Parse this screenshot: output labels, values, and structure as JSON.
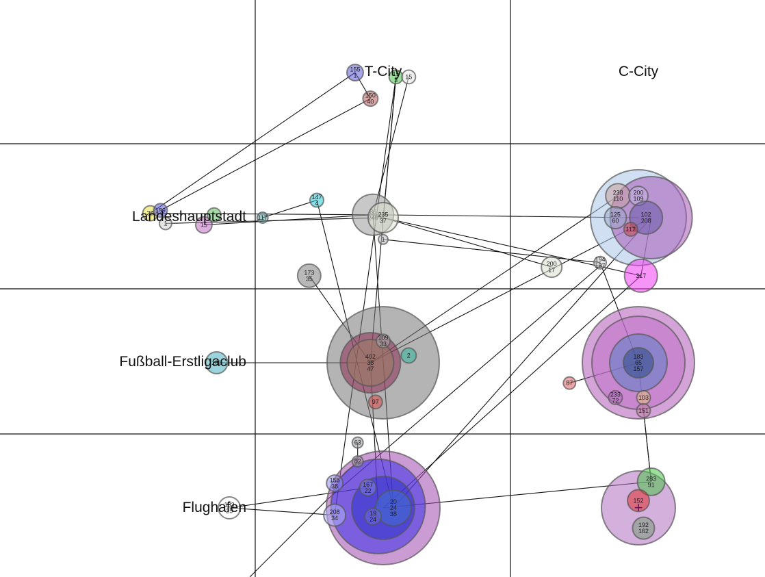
{
  "columns": [
    "T-City",
    "C-City"
  ],
  "rows": [
    "Landeshauptstadt",
    "Fußball-Erstligaclub",
    "Flughafen"
  ],
  "bubbles": [
    {
      "c": 0,
      "r": -1,
      "dx": -0.11,
      "dy": 0.0,
      "s": 12,
      "col": "#5b5bd6",
      "labels": [
        "155",
        "1"
      ]
    },
    {
      "c": 0,
      "r": -1,
      "dx": 0.05,
      "dy": 0.03,
      "s": 10,
      "col": "#49c649",
      "labels": [
        "15",
        "3"
      ]
    },
    {
      "c": 0,
      "r": -1,
      "dx": 0.1,
      "dy": 0.03,
      "s": 10,
      "col": "#e6e6e6",
      "labels": [
        "15"
      ]
    },
    {
      "c": 0,
      "r": -1,
      "dx": -0.05,
      "dy": 0.18,
      "s": 11,
      "col": "#b85b5b",
      "labels": [
        "150",
        "40"
      ]
    },
    {
      "c": 0,
      "r": 0,
      "dx": -0.04,
      "dy": -0.02,
      "s": 30,
      "col": "#9a9a9a",
      "labels": [
        "86",
        "240"
      ]
    },
    {
      "c": 0,
      "r": 0,
      "dx": 0.0,
      "dy": 0.0,
      "s": 22,
      "col": "#d8e0cf",
      "labels": [
        "235",
        "37"
      ]
    },
    {
      "c": 0,
      "r": 0,
      "dx": -0.26,
      "dy": -0.12,
      "s": 10,
      "col": "#29c4d6",
      "labels": [
        "147",
        "4"
      ]
    },
    {
      "c": 0,
      "r": 0,
      "dx": 0.0,
      "dy": 0.15,
      "s": 7,
      "col": "#bbbbbb",
      "labels": [
        "1"
      ]
    },
    {
      "c": 0,
      "r": 0,
      "dx": -0.29,
      "dy": 0.4,
      "s": 17,
      "col": "#808080",
      "labels": [
        "173",
        "35"
      ]
    },
    {
      "c": 0,
      "r": 1,
      "dx": 0.0,
      "dy": 0.0,
      "s": 82,
      "col": "#777777",
      "labels": []
    },
    {
      "c": 0,
      "r": 1,
      "dx": -0.05,
      "dy": 0.0,
      "s": 44,
      "col": "#8e2d55",
      "labels": []
    },
    {
      "c": 0,
      "r": 1,
      "dx": -0.05,
      "dy": 0.0,
      "s": 34,
      "col": "#9b7a60",
      "labels": [
        "402",
        "38",
        "47"
      ]
    },
    {
      "c": 0,
      "r": 1,
      "dx": 0.0,
      "dy": -0.15,
      "s": 10,
      "col": "#aaaaaa",
      "labels": [
        "109",
        "33"
      ]
    },
    {
      "c": 0,
      "r": 1,
      "dx": 0.1,
      "dy": -0.05,
      "s": 11,
      "col": "#2fb8a0",
      "labels": [
        "2"
      ]
    },
    {
      "c": 0,
      "r": 1,
      "dx": -0.03,
      "dy": 0.27,
      "s": 10,
      "col": "#d84848",
      "labels": [
        "97"
      ]
    },
    {
      "c": 0,
      "r": 2,
      "dx": 0.0,
      "dy": 0.0,
      "s": 83,
      "col": "#a04ab0",
      "labels": []
    },
    {
      "c": 0,
      "r": 2,
      "dx": -0.02,
      "dy": -0.01,
      "s": 69,
      "col": "#3a2ee8",
      "labels": []
    },
    {
      "c": 0,
      "r": 2,
      "dx": 0.0,
      "dy": 0.0,
      "s": 46,
      "col": "#2f2fc8",
      "labels": []
    },
    {
      "c": 0,
      "r": 2,
      "dx": 0.04,
      "dy": 0.0,
      "s": 26,
      "col": "#3f6fd0",
      "labels": [
        "20",
        "24",
        "38"
      ]
    },
    {
      "c": 0,
      "r": 2,
      "dx": -0.19,
      "dy": -0.17,
      "s": 12,
      "col": "#8e8ef0",
      "labels": [
        "155",
        "38"
      ]
    },
    {
      "c": 0,
      "r": 2,
      "dx": -0.06,
      "dy": -0.14,
      "s": 12,
      "col": "#8080e0",
      "labels": [
        "167",
        "22"
      ]
    },
    {
      "c": 0,
      "r": 2,
      "dx": -0.19,
      "dy": 0.05,
      "s": 16,
      "col": "#b0b0f6",
      "labels": [
        "208",
        "34"
      ]
    },
    {
      "c": 0,
      "r": 2,
      "dx": -0.04,
      "dy": 0.06,
      "s": 12,
      "col": "#6c6cd8",
      "labels": [
        "19",
        "24"
      ]
    },
    {
      "c": 0,
      "r": 2,
      "dx": -0.1,
      "dy": -0.45,
      "s": 8,
      "col": "#9a9aa0",
      "labels": [
        "63"
      ]
    },
    {
      "c": 0,
      "r": 2,
      "dx": -0.1,
      "dy": -0.32,
      "s": 8,
      "col": "#9a9aa0",
      "labels": [
        "82"
      ]
    },
    {
      "c": 1,
      "r": 0,
      "dx": 0.0,
      "dy": 0.0,
      "s": 70,
      "col": "#aac6e8",
      "labels": []
    },
    {
      "c": 1,
      "r": 0,
      "dx": 0.05,
      "dy": 0.0,
      "s": 60,
      "col": "#a65ab8",
      "labels": []
    },
    {
      "c": 1,
      "r": 0,
      "dx": -0.08,
      "dy": -0.15,
      "s": 18,
      "col": "#c9a0a0",
      "labels": [
        "238",
        "110"
      ]
    },
    {
      "c": 1,
      "r": 0,
      "dx": 0.0,
      "dy": -0.15,
      "s": 14,
      "col": "#c4b4e0",
      "labels": [
        "200",
        "109"
      ]
    },
    {
      "c": 1,
      "r": 0,
      "dx": -0.09,
      "dy": 0.0,
      "s": 16,
      "col": "#9aa8c8",
      "labels": [
        "125",
        "60"
      ]
    },
    {
      "c": 1,
      "r": 0,
      "dx": 0.03,
      "dy": 0.0,
      "s": 24,
      "col": "#6a5aa8",
      "labels": [
        "102",
        "208"
      ]
    },
    {
      "c": 1,
      "r": 0,
      "dx": -0.03,
      "dy": 0.08,
      "s": 10,
      "col": "#c44848",
      "labels": [
        "112"
      ]
    },
    {
      "c": 1,
      "r": 0,
      "dx": -0.34,
      "dy": 0.34,
      "s": 15,
      "col": "#d8e0d0",
      "labels": [
        "200",
        "17"
      ]
    },
    {
      "c": 1,
      "r": 0,
      "dx": -0.15,
      "dy": 0.31,
      "s": 9,
      "col": "#d0d0d0",
      "labels": [
        "194",
        "157"
      ]
    },
    {
      "c": 1,
      "r": 0,
      "dx": 0.01,
      "dy": 0.4,
      "s": 24,
      "col": "#f03cf0",
      "labels": [
        "317"
      ]
    },
    {
      "c": 1,
      "r": 1,
      "dx": 0.0,
      "dy": 0.0,
      "s": 82,
      "col": "#b05ab8",
      "labels": []
    },
    {
      "c": 1,
      "r": 1,
      "dx": 0.0,
      "dy": 0.0,
      "s": 68,
      "col": "#c070c8",
      "labels": []
    },
    {
      "c": 1,
      "r": 1,
      "dx": 0.0,
      "dy": 0.0,
      "s": 42,
      "col": "#5a80c8",
      "labels": []
    },
    {
      "c": 1,
      "r": 1,
      "dx": 0.0,
      "dy": 0.0,
      "s": 22,
      "col": "#2f4a88",
      "labels": [
        "183",
        "65",
        "157"
      ]
    },
    {
      "c": 1,
      "r": 1,
      "dx": -0.09,
      "dy": 0.24,
      "s": 10,
      "col": "#b070c0",
      "labels": [
        "233",
        "72"
      ]
    },
    {
      "c": 1,
      "r": 1,
      "dx": 0.02,
      "dy": 0.24,
      "s": 10,
      "col": "#e0c080",
      "labels": [
        "103"
      ]
    },
    {
      "c": 1,
      "r": 1,
      "dx": 0.02,
      "dy": 0.33,
      "s": 10,
      "col": "#c080a0",
      "labels": [
        "151"
      ]
    },
    {
      "c": 1,
      "r": 1,
      "dx": -0.27,
      "dy": 0.14,
      "s": 9,
      "col": "#e06060",
      "labels": [
        "87"
      ]
    },
    {
      "c": 1,
      "r": 2,
      "dx": 0.0,
      "dy": 0.0,
      "s": 54,
      "col": "#b070c0",
      "labels": []
    },
    {
      "c": 1,
      "r": 2,
      "dx": 0.05,
      "dy": -0.18,
      "s": 20,
      "col": "#4ac44a",
      "labels": [
        "283",
        "91"
      ]
    },
    {
      "c": 1,
      "r": 2,
      "dx": 0.0,
      "dy": -0.05,
      "s": 16,
      "col": "#e03030",
      "labels": [
        "152"
      ]
    },
    {
      "c": 1,
      "r": 2,
      "dx": 0.02,
      "dy": 0.14,
      "s": 16,
      "col": "#7a9a7a",
      "labels": [
        "192",
        "162"
      ]
    },
    {
      "c": -1,
      "r": 0,
      "dx": 0.09,
      "dy": -0.03,
      "s": 11,
      "col": "#e8e040",
      "labels": [
        "30"
      ]
    },
    {
      "c": -1,
      "r": 0,
      "dx": 0.13,
      "dy": -0.05,
      "s": 10,
      "col": "#6060e0",
      "labels": [
        "159"
      ]
    },
    {
      "c": -1,
      "r": 0,
      "dx": 0.15,
      "dy": 0.04,
      "s": 9,
      "col": "#d0d0d0",
      "labels": [
        "1"
      ]
    },
    {
      "c": -1,
      "r": 0,
      "dx": 0.3,
      "dy": 0.05,
      "s": 12,
      "col": "#c070c0",
      "labels": [
        "15"
      ]
    },
    {
      "c": -1,
      "r": 0,
      "dx": 0.34,
      "dy": -0.02,
      "s": 10,
      "col": "#60c060",
      "labels": []
    },
    {
      "c": -1,
      "r": 0,
      "dx": 0.53,
      "dy": 0.0,
      "s": 8,
      "col": "#60a0a0",
      "labels": [
        "117"
      ]
    },
    {
      "c": -1,
      "r": 1,
      "dx": 0.35,
      "dy": 0.0,
      "s": 16,
      "col": "#49b0c0",
      "labels": [
        "160"
      ]
    },
    {
      "c": -1,
      "r": 2,
      "dx": 0.4,
      "dy": 0.0,
      "s": 16,
      "col": "#ffffff",
      "labels": [
        "183",
        "25"
      ]
    }
  ],
  "links": [
    [
      0,
      3
    ],
    [
      0,
      47
    ],
    [
      3,
      48
    ],
    [
      1,
      5
    ],
    [
      2,
      4
    ],
    [
      1,
      11
    ],
    [
      47,
      4
    ],
    [
      49,
      5
    ],
    [
      52,
      6
    ],
    [
      50,
      4
    ],
    [
      4,
      25
    ],
    [
      4,
      32
    ],
    [
      5,
      34
    ],
    [
      7,
      33
    ],
    [
      26,
      10
    ],
    [
      26,
      18
    ],
    [
      10,
      16
    ],
    [
      15,
      44
    ],
    [
      27,
      11
    ],
    [
      53,
      11
    ],
    [
      54,
      21
    ],
    [
      54,
      20
    ],
    [
      33,
      35
    ],
    [
      35,
      38
    ],
    [
      38,
      44
    ],
    [
      42,
      38
    ],
    [
      4,
      18
    ],
    [
      1,
      21
    ],
    [
      34,
      17
    ],
    [
      6,
      18
    ],
    [
      8,
      11
    ],
    [
      41,
      44
    ],
    [
      23,
      24
    ],
    [
      24,
      19
    ],
    [
      26,
      34
    ]
  ],
  "sign": "+"
}
